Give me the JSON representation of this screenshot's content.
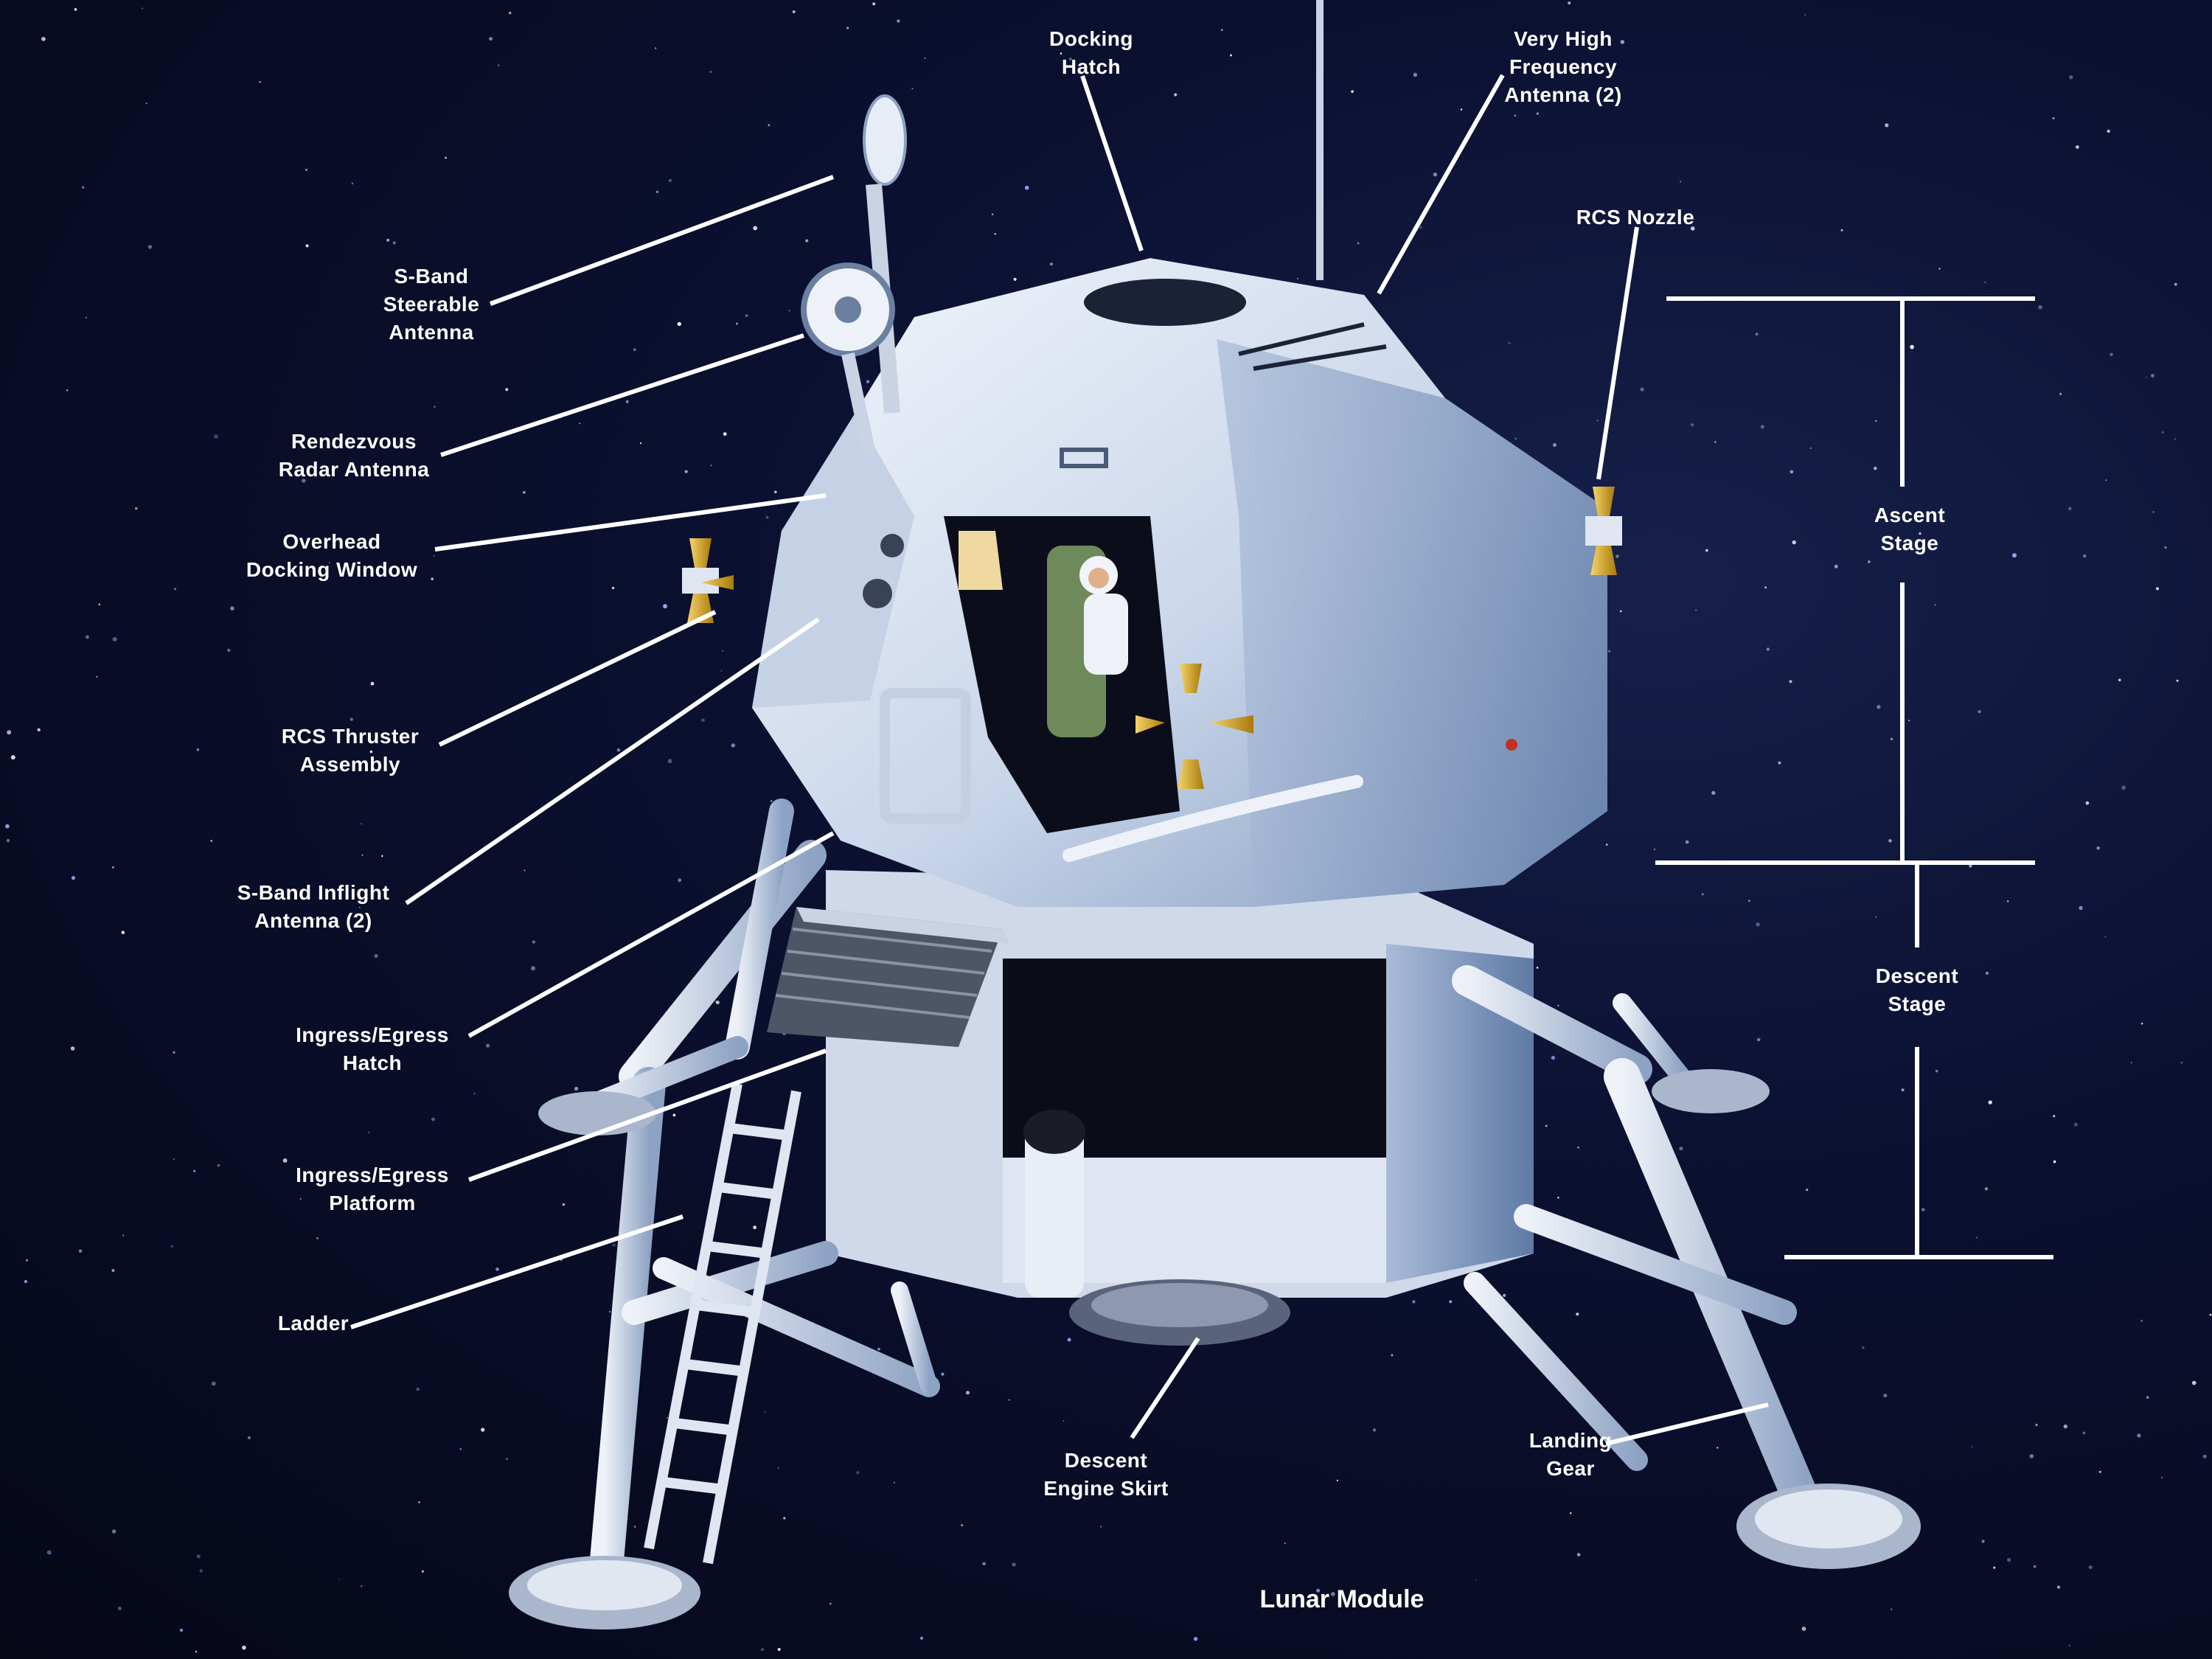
{
  "title": "Lunar Module",
  "callouts": {
    "docking_hatch": [
      "Docking",
      "Hatch"
    ],
    "vhf_antenna": [
      "Very High",
      "Frequency",
      "Antenna (2)"
    ],
    "rcs_nozzle": [
      "RCS Nozzle"
    ],
    "s_band_steerable": [
      "S-Band",
      "Steerable",
      "Antenna"
    ],
    "rendezvous_radar": [
      "Rendezvous",
      "Radar Antenna"
    ],
    "overhead_docking_window": [
      "Overhead",
      "Docking Window"
    ],
    "rcs_thruster": [
      "RCS Thruster",
      "Assembly"
    ],
    "s_band_inflight": [
      "S-Band Inflight",
      "Antenna (2)"
    ],
    "ingress_hatch": [
      "Ingress/Egress",
      "Hatch"
    ],
    "ingress_platform": [
      "Ingress/Egress",
      "Platform"
    ],
    "ladder": [
      "Ladder"
    ],
    "descent_engine_skirt": [
      "Descent",
      "Engine Skirt"
    ],
    "landing_gear": [
      "Landing",
      "Gear"
    ],
    "ascent_stage": [
      "Ascent",
      "Stage"
    ],
    "descent_stage": [
      "Descent",
      "Stage"
    ]
  },
  "colors": {
    "background": "#07091a",
    "text": "#ffffff",
    "module_light": "#e8eef7",
    "module_shadow": "#8aa3c6",
    "gold": "#d4a017"
  }
}
